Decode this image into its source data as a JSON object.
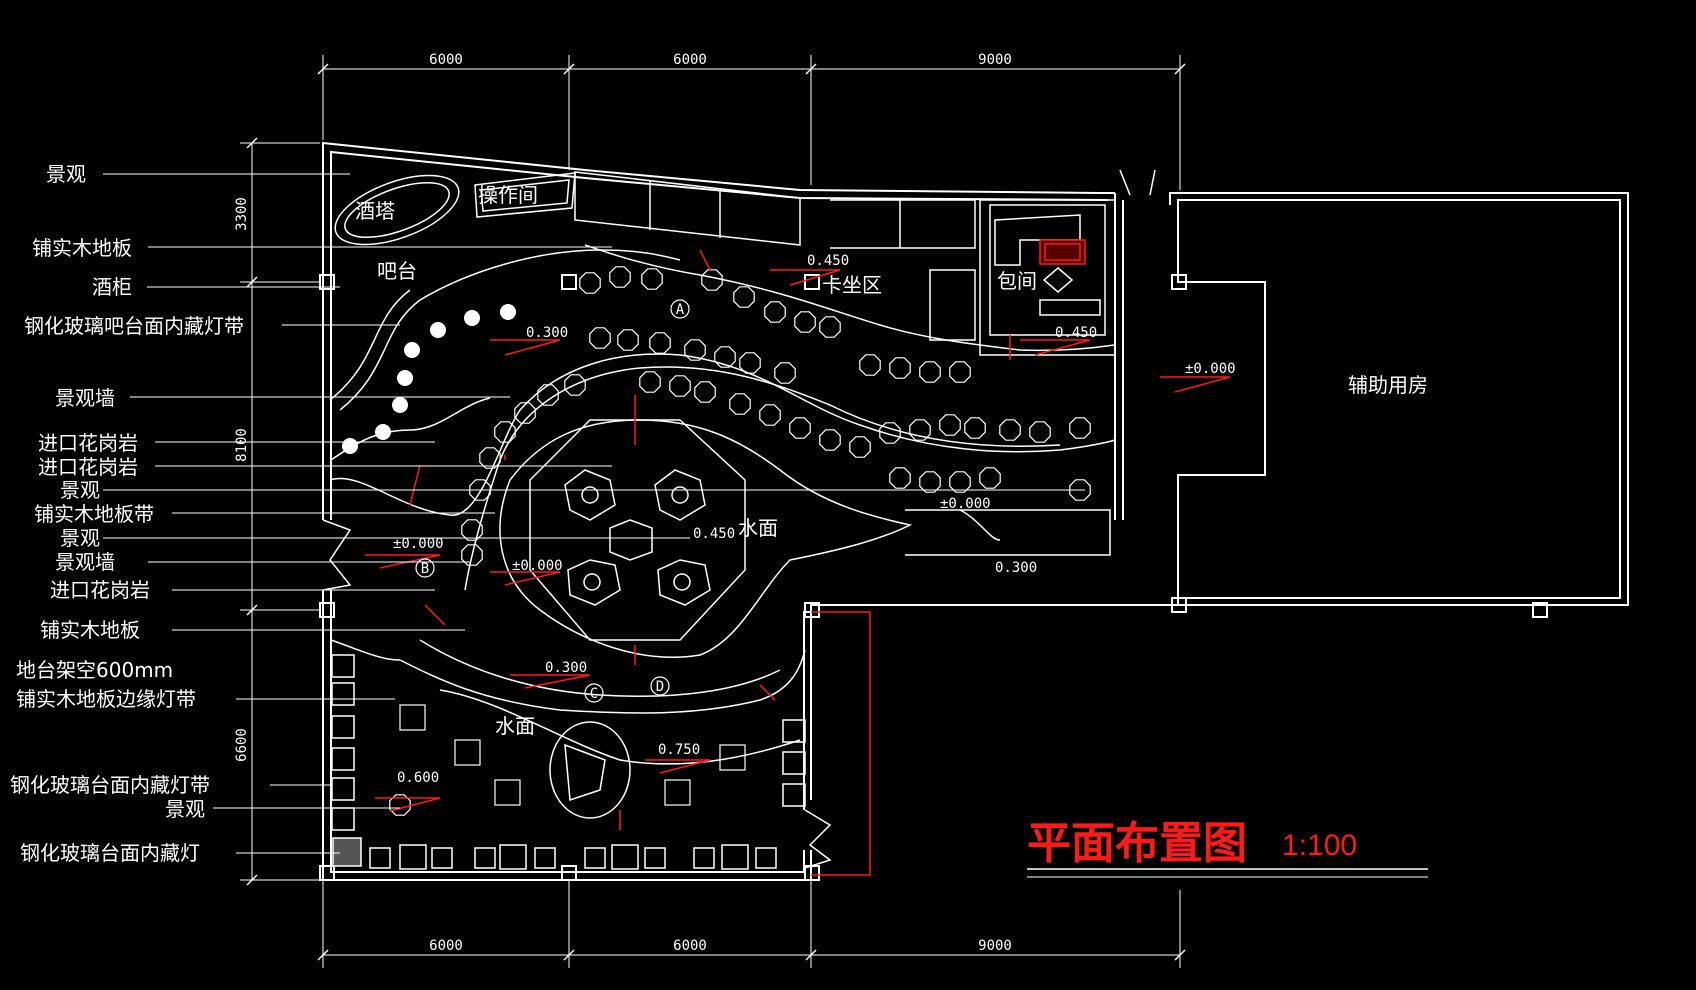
{
  "title": "平面布置图",
  "scale": "1:100",
  "colors": {
    "background": "#000000",
    "lines": "#ffffff",
    "accent": "#ff1a1a"
  },
  "dimensions": {
    "top": [
      "6000",
      "6000",
      "9000"
    ],
    "bottom": [
      "6000",
      "6000",
      "9000"
    ],
    "left": [
      "3300",
      "8100",
      "6600"
    ]
  },
  "callouts": [
    "景观",
    "铺实木地板",
    "酒柜",
    "钢化玻璃吧台面内藏灯带",
    "景观墙",
    "进口花岗岩",
    "进口花岗岩",
    "景观",
    "铺实木地板带",
    "景观",
    "景观墙",
    "进口花岗岩",
    "铺实木地板",
    "地台架空600mm",
    "铺实木地板边缘灯带",
    "钢化玻璃台面内藏灯带",
    "景观",
    "钢化玻璃台面内藏灯"
  ],
  "rooms": {
    "wine_tower": "酒塔",
    "operation_room": "操作间",
    "bar": "吧台",
    "booth_area": "卡坐区",
    "private_room": "包间",
    "auxiliary_room": "辅助用房",
    "water_1": "水面",
    "water_2": "水面"
  },
  "levels": [
    "0.450",
    "0.300",
    "0.450",
    "±0.000",
    "±0.000",
    "0.450",
    "±0.000",
    "±0.000",
    "0.300",
    "0.300",
    "0.750",
    "0.600"
  ],
  "section_marks": [
    "A",
    "B",
    "C",
    "D"
  ]
}
